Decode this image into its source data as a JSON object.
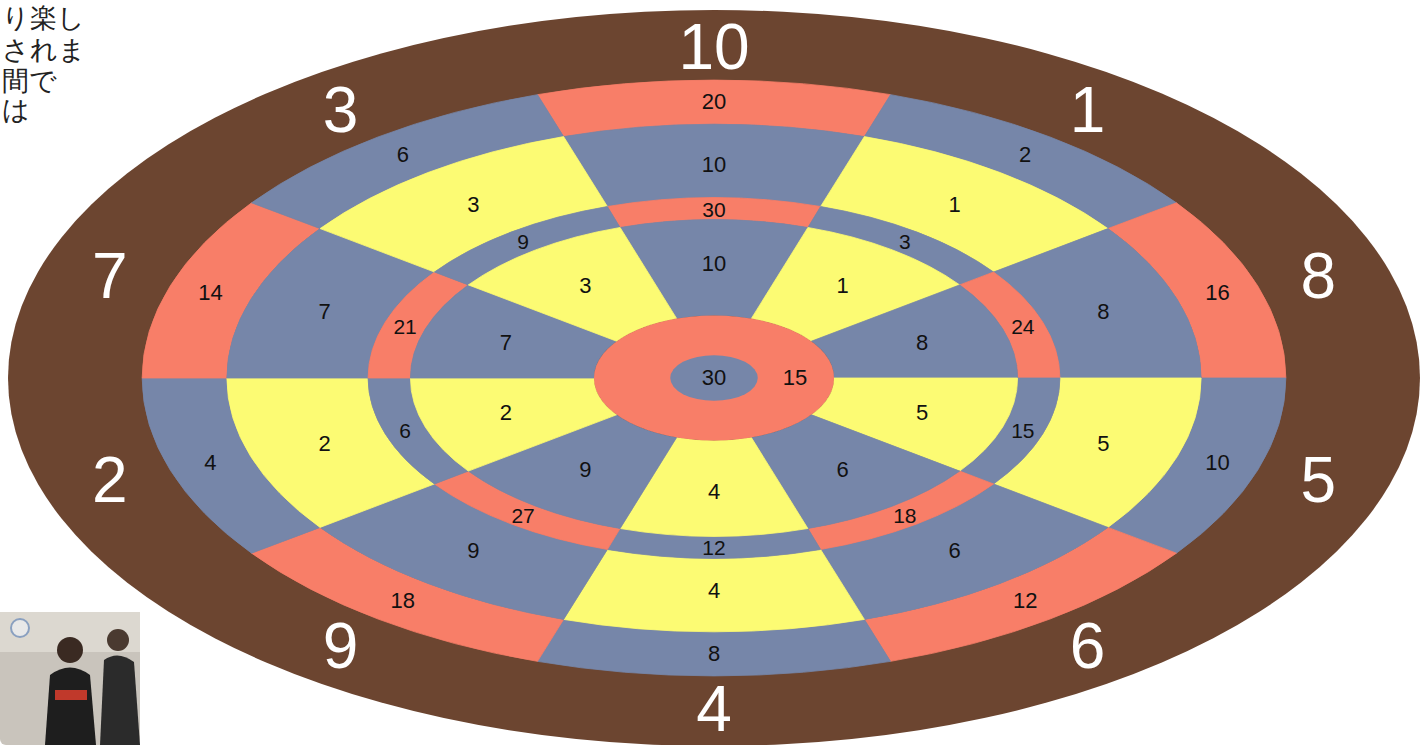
{
  "diagram": {
    "labels": [
      "り楽し",
      "されま",
      "間で",
      "は",
      "10",
      "1",
      "8",
      "5",
      "6",
      "4",
      "9",
      "2",
      "7",
      "3",
      "20",
      "10",
      "30",
      "10",
      "2",
      "1",
      "3",
      "1",
      "16",
      "8",
      "24",
      "8",
      "10",
      "5",
      "15",
      "5",
      "12",
      "6",
      "18",
      "6",
      "8",
      "4",
      "12",
      "4",
      "18",
      "9",
      "27",
      "9",
      "4",
      "2",
      "6",
      "2",
      "14",
      "7",
      "21",
      "7",
      "6",
      "3",
      "9",
      "3",
      "30",
      "15"
    ]
  }
}
